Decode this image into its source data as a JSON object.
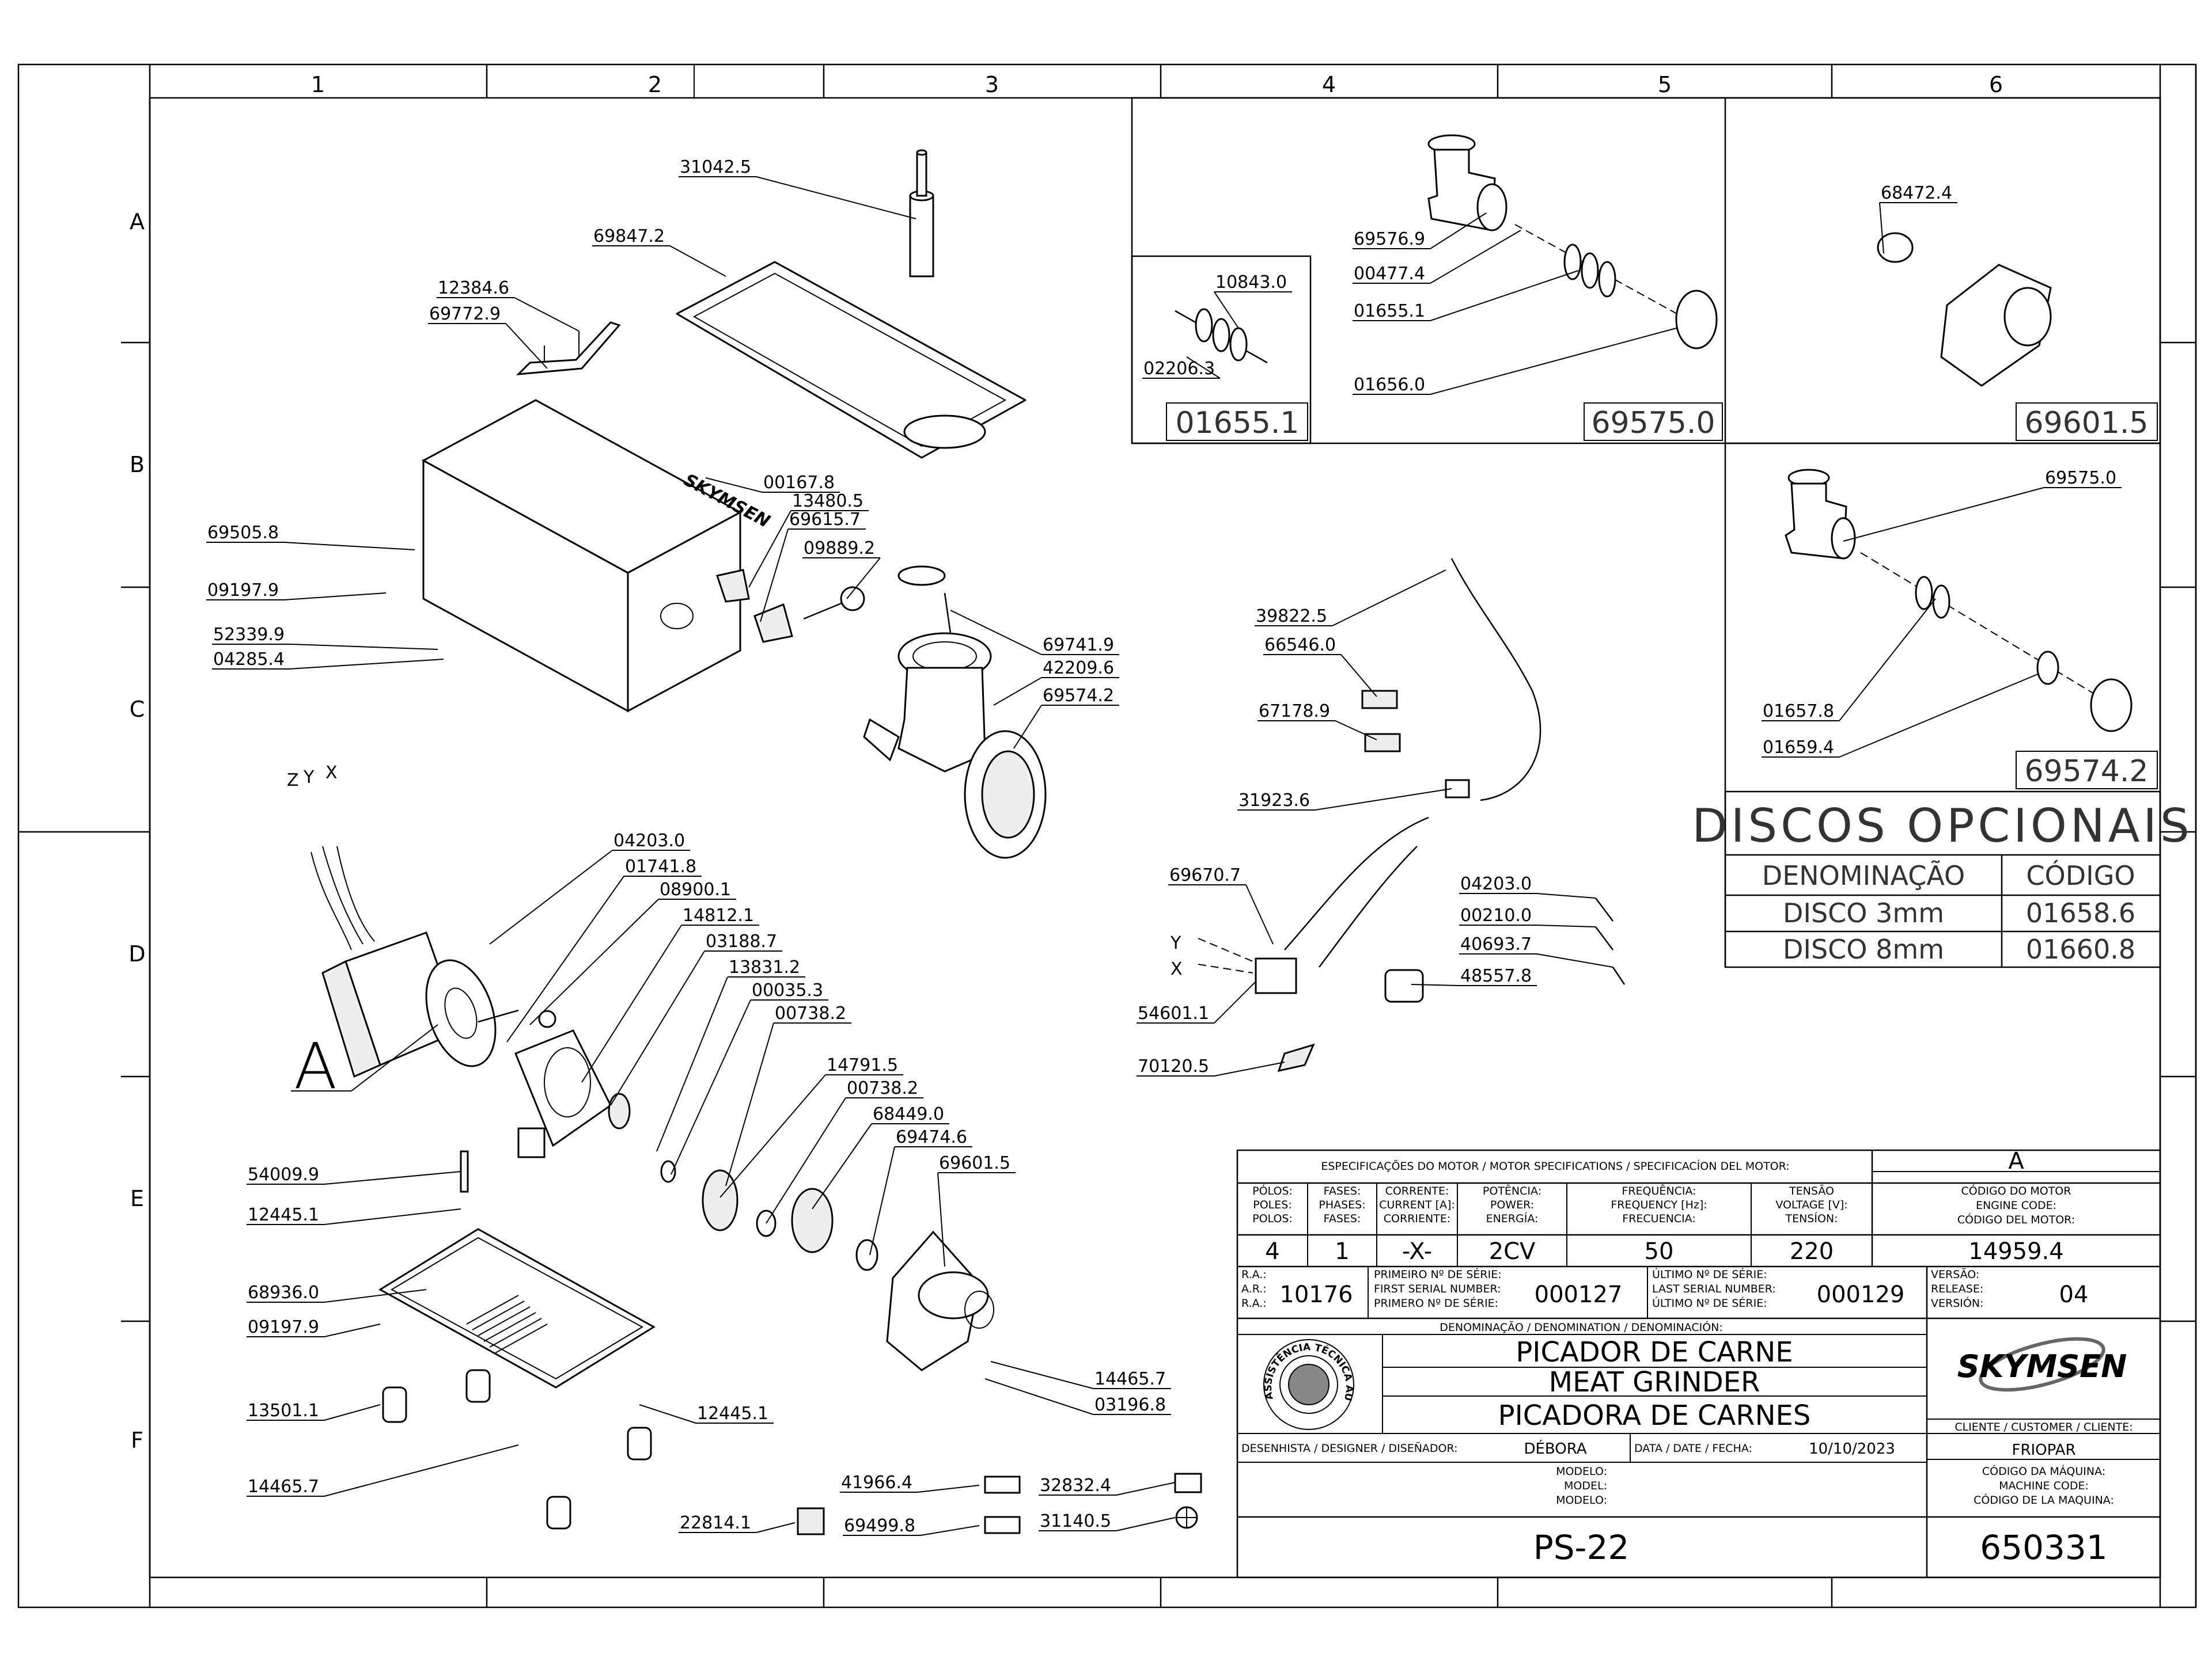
{
  "zones": {
    "columns": [
      "1",
      "2",
      "3",
      "4",
      "5",
      "6"
    ],
    "rows": [
      "A",
      "B",
      "C",
      "D",
      "E",
      "F"
    ]
  },
  "labels": [
    "31042.5",
    "69847.2",
    "12384.6",
    "69772.9",
    "00167.8",
    "13480.5",
    "69615.7",
    "09889.2",
    "69505.8",
    "09197.9",
    "52339.9",
    "04285.4",
    "69741.9",
    "42209.6",
    "69574.2",
    "04203.0",
    "01741.8",
    "08900.1",
    "14812.1",
    "03188.7",
    "13831.2",
    "00035.3",
    "00738.2",
    "14791.5",
    "00738.2",
    "68449.0",
    "69474.6",
    "69601.5",
    "54009.9",
    "12445.1",
    "68936.0",
    "09197.9",
    "13501.1",
    "12445.1",
    "14465.7",
    "03196.8",
    "14465.7",
    "41966.4",
    "32832.4",
    "22814.1",
    "69499.8",
    "31140.5",
    "10843.0",
    "02206.3",
    "69576.9",
    "00477.4",
    "01655.1",
    "01656.0",
    "68472.4",
    "69575.0",
    "01657.8",
    "01659.4",
    "39822.5",
    "66546.0",
    "67178.9",
    "31923.6",
    "69670.7",
    "04203.0",
    "00210.0",
    "40693.7",
    "48557.8",
    "54601.1",
    "70120.5"
  ],
  "motor_wires": [
    "Z",
    "Y",
    "X"
  ],
  "plug_wires": [
    "Y",
    "X"
  ],
  "view_marker": "A",
  "logo_mark": "SKYMSEN",
  "detail_boxes": {
    "box1": "01655.1",
    "box2": "69575.0",
    "box3": "69601.5",
    "box4": "69574.2"
  },
  "optional_discs": {
    "title": "DISCOS OPCIONAIS",
    "headers": [
      "DENOMINAÇÃO",
      "CÓDIGO"
    ],
    "rows": [
      {
        "name": "DISCO  3mm",
        "code": "01658.6"
      },
      {
        "name": "DISCO  8mm",
        "code": "01660.8"
      }
    ]
  },
  "title_block": {
    "spec_header": "ESPECIFICAÇÕES DO MOTOR / MOTOR SPECIFICATIONS / SPECIFICACÍON DEL MOTOR:",
    "variant": "A",
    "spec_cols": [
      {
        "lines": [
          "PÓLOS:",
          "POLES:",
          "POLOS:"
        ],
        "value": "4"
      },
      {
        "lines": [
          "FASES:",
          "PHASES:",
          "FASES:"
        ],
        "value": "1"
      },
      {
        "lines": [
          "CORRENTE:",
          "CURRENT [A]:",
          "CORRIENTE:"
        ],
        "value": "-X-"
      },
      {
        "lines": [
          "POTÊNCIA:",
          "POWER:",
          "ENERGÍA:"
        ],
        "value": "2CV"
      },
      {
        "lines": [
          "FREQUÊNCIA:",
          "FREQUENCY [Hz]:",
          "FRECUENCIA:"
        ],
        "value": "50"
      },
      {
        "lines": [
          "TENSÃO",
          "VOLTAGE [V]:",
          "TENSÍON:"
        ],
        "value": "220"
      }
    ],
    "engine_code_lines": [
      "CÓDIGO DO MOTOR",
      "ENGINE CODE:",
      "CÓDIGO DEL MOTOR:"
    ],
    "engine_code": "14959.4",
    "ra_lines": [
      "R.A.:",
      "A.R.:",
      "R.A.:"
    ],
    "ra_value": "10176",
    "first_serial_lines": [
      "PRIMEIRO Nº DE SÉRIE:",
      "FIRST SERIAL NUMBER:",
      "PRIMERO Nº DE SÉRIE:"
    ],
    "first_serial": "000127",
    "last_serial_lines": [
      "ÚLTIMO Nº DE SÉRIE:",
      "LAST SERIAL NUMBER:",
      "ÚLTIMO Nº DE SÉRIE:"
    ],
    "last_serial": "000129",
    "version_lines": [
      "VERSÃO:",
      "RELEASE:",
      "VERSIÓN:"
    ],
    "version": "04",
    "denomination_header": "DENOMINAÇÃO / DENOMINATION / DENOMINACIÓN:",
    "names": [
      "PICADOR DE CARNE",
      "MEAT GRINDER",
      "PICADORA DE CARNES"
    ],
    "seal_text": "ASSISTÊNCIA TÉCNICA AUTORIZADA",
    "brand": "SKYMSEN",
    "client_label": "CLIENTE / CUSTOMER / CLIENTE:",
    "client": "FRIOPAR",
    "designer_label": "DESENHISTA / DESIGNER / DISEÑADOR:",
    "designer": "DÉBORA",
    "date_label": "DATA / DATE / FECHA:",
    "date": "10/10/2023",
    "model_lines": [
      "MODELO:",
      "MODEL:",
      "MODELO:"
    ],
    "model": "PS-22",
    "machine_code_lines": [
      "CÓDIGO DA MÁQUINA:",
      "MACHINE CODE:",
      "CÓDIGO DE LA MAQUINA:"
    ],
    "machine_code": "650331"
  }
}
